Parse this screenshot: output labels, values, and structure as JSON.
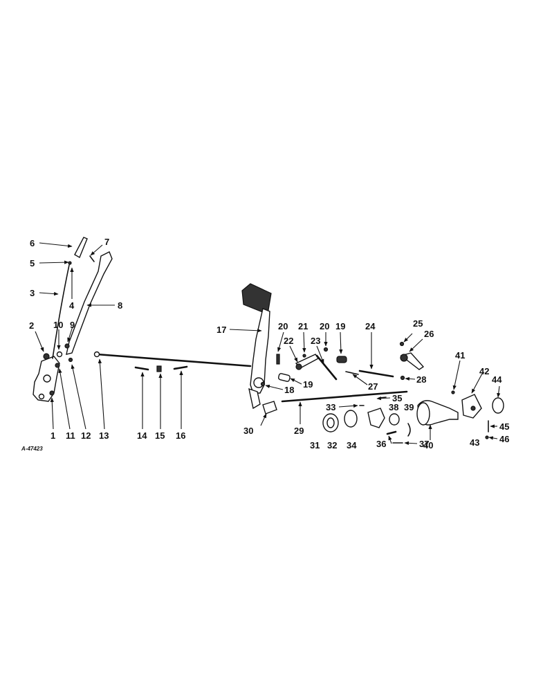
{
  "drawing_code": "A-47423",
  "callouts": [
    {
      "id": "c1",
      "text": "1"
    },
    {
      "id": "c2",
      "text": "2"
    },
    {
      "id": "c3",
      "text": "3"
    },
    {
      "id": "c4",
      "text": "4"
    },
    {
      "id": "c5",
      "text": "5"
    },
    {
      "id": "c6",
      "text": "6"
    },
    {
      "id": "c7",
      "text": "7"
    },
    {
      "id": "c8",
      "text": "8"
    },
    {
      "id": "c9",
      "text": "9"
    },
    {
      "id": "c10",
      "text": "10"
    },
    {
      "id": "c11",
      "text": "11"
    },
    {
      "id": "c12",
      "text": "12"
    },
    {
      "id": "c13",
      "text": "13"
    },
    {
      "id": "c14",
      "text": "14"
    },
    {
      "id": "c15",
      "text": "15"
    },
    {
      "id": "c16",
      "text": "16"
    },
    {
      "id": "c17",
      "text": "17"
    },
    {
      "id": "c18",
      "text": "18"
    },
    {
      "id": "c19a",
      "text": "19"
    },
    {
      "id": "c19b",
      "text": "19"
    },
    {
      "id": "c20a",
      "text": "20"
    },
    {
      "id": "c20b",
      "text": "20"
    },
    {
      "id": "c21",
      "text": "21"
    },
    {
      "id": "c22",
      "text": "22"
    },
    {
      "id": "c23",
      "text": "23"
    },
    {
      "id": "c24",
      "text": "24"
    },
    {
      "id": "c25",
      "text": "25"
    },
    {
      "id": "c26",
      "text": "26"
    },
    {
      "id": "c27",
      "text": "27"
    },
    {
      "id": "c28",
      "text": "28"
    },
    {
      "id": "c29",
      "text": "29"
    },
    {
      "id": "c30",
      "text": "30"
    },
    {
      "id": "c31",
      "text": "31"
    },
    {
      "id": "c32",
      "text": "32"
    },
    {
      "id": "c33",
      "text": "33"
    },
    {
      "id": "c34",
      "text": "34"
    },
    {
      "id": "c35",
      "text": "35"
    },
    {
      "id": "c36",
      "text": "36"
    },
    {
      "id": "c37",
      "text": "37"
    },
    {
      "id": "c38",
      "text": "38"
    },
    {
      "id": "c39",
      "text": "39"
    },
    {
      "id": "c40",
      "text": "40"
    },
    {
      "id": "c41",
      "text": "41"
    },
    {
      "id": "c42",
      "text": "42"
    },
    {
      "id": "c43",
      "text": "43"
    },
    {
      "id": "c44",
      "text": "44"
    },
    {
      "id": "c45",
      "text": "45"
    },
    {
      "id": "c46",
      "text": "46"
    }
  ]
}
